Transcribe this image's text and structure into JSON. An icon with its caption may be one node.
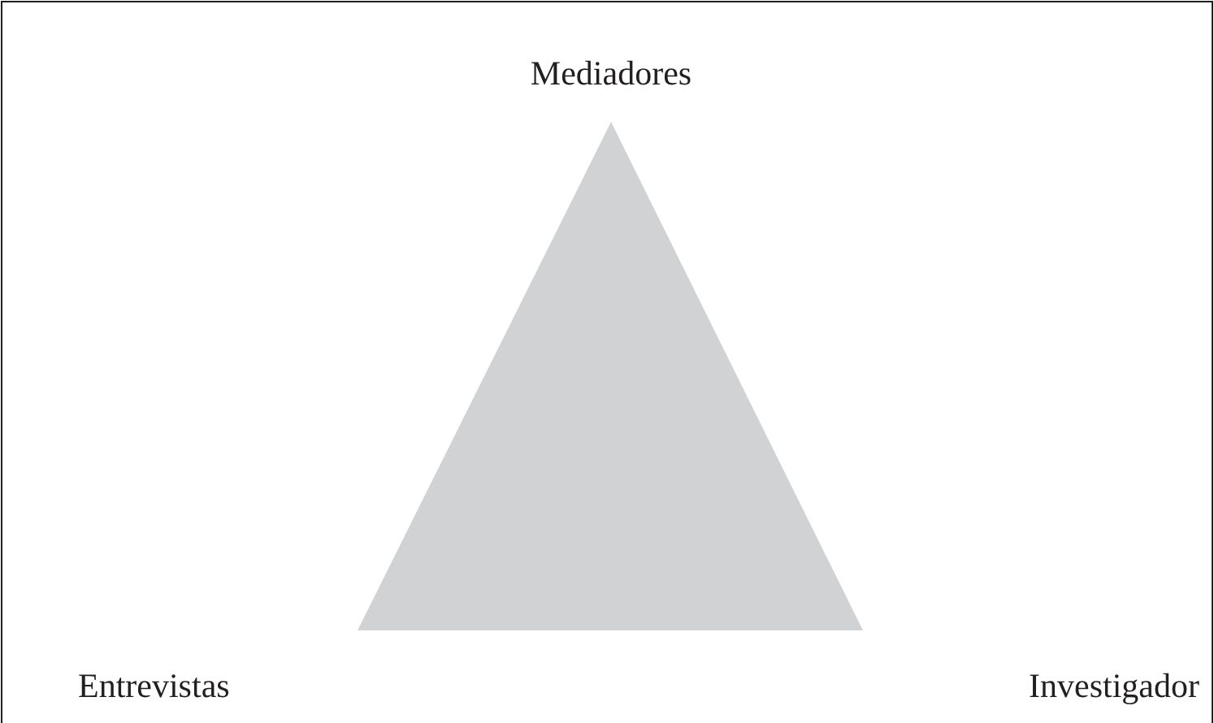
{
  "diagram": {
    "labels": [
      "Mediadores",
      "Entrevistas",
      "Investigador"
    ]
  }
}
